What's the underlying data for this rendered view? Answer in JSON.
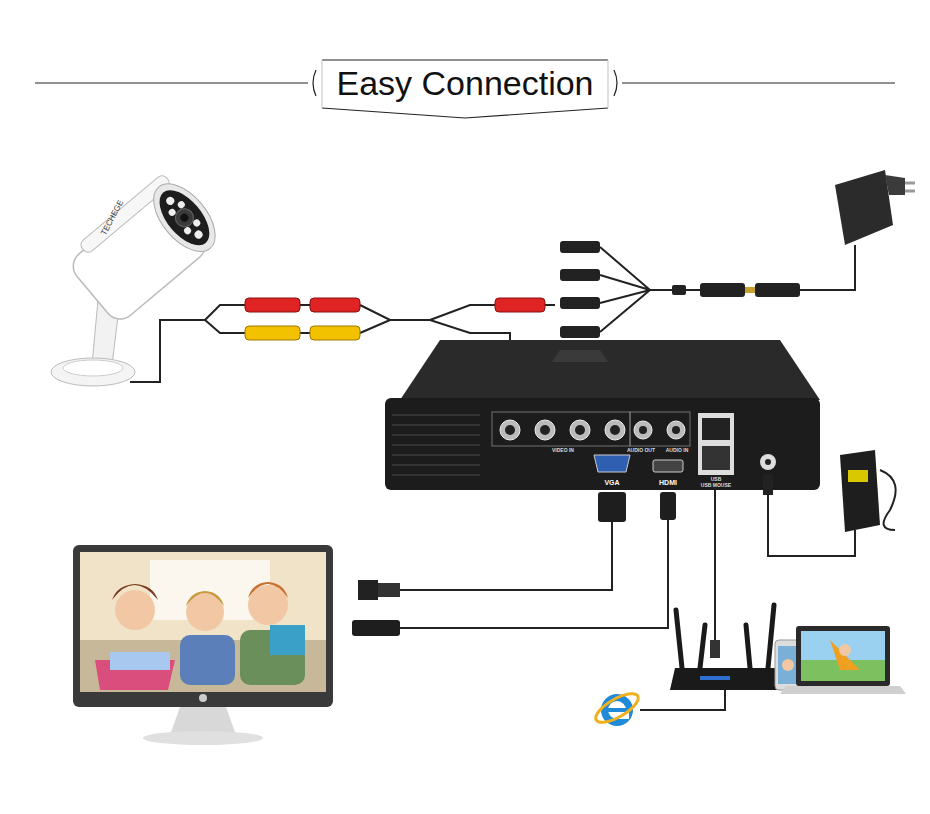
{
  "diagram": {
    "title": "Easy Connection",
    "labels": [
      "TECHEGE",
      "VIDEO IN",
      "AUDIO OUT",
      "AUDIO IN",
      "VGA",
      "HDMI",
      "USB",
      "USB MOUSE"
    ]
  }
}
